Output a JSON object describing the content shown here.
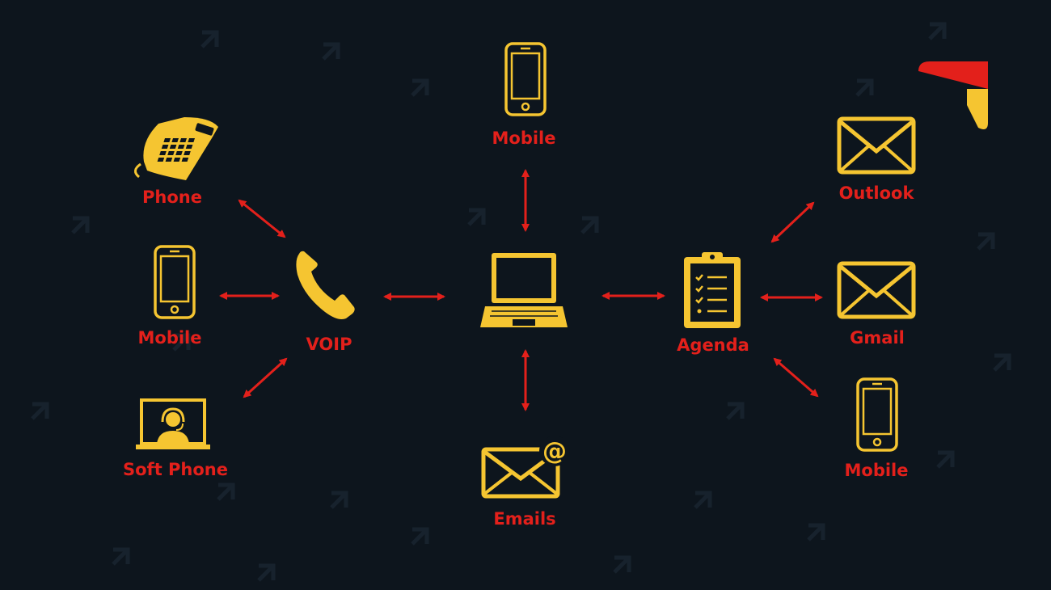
{
  "colors": {
    "background": "#0d151d",
    "icon": "#f5c531",
    "label": "#e3201b",
    "arrow": "#e3201b",
    "logo_red": "#e3201b",
    "logo_yellow": "#f5c531"
  },
  "nodes": {
    "phone": {
      "label": "Phone",
      "icon": "desk-phone-icon"
    },
    "mobile_left": {
      "label": "Mobile",
      "icon": "smartphone-icon"
    },
    "soft_phone": {
      "label": "Soft Phone",
      "icon": "headset-operator-icon"
    },
    "voip": {
      "label": "VOIP",
      "icon": "handset-icon"
    },
    "mobile_top": {
      "label": "Mobile",
      "icon": "smartphone-icon"
    },
    "laptop": {
      "label": "",
      "icon": "laptop-icon"
    },
    "emails": {
      "label": "Emails",
      "icon": "email-at-icon"
    },
    "agenda": {
      "label": "Agenda",
      "icon": "clipboard-checklist-icon"
    },
    "outlook": {
      "label": "Outlook",
      "icon": "envelope-icon"
    },
    "gmail": {
      "label": "Gmail",
      "icon": "envelope-icon"
    },
    "mobile_right": {
      "label": "Mobile",
      "icon": "smartphone-icon"
    }
  },
  "connections": [
    {
      "from": "phone",
      "to": "voip"
    },
    {
      "from": "mobile_left",
      "to": "voip"
    },
    {
      "from": "soft_phone",
      "to": "voip"
    },
    {
      "from": "voip",
      "to": "laptop"
    },
    {
      "from": "mobile_top",
      "to": "laptop"
    },
    {
      "from": "laptop",
      "to": "emails"
    },
    {
      "from": "laptop",
      "to": "agenda"
    },
    {
      "from": "agenda",
      "to": "outlook"
    },
    {
      "from": "agenda",
      "to": "gmail"
    },
    {
      "from": "agenda",
      "to": "mobile_right"
    }
  ]
}
